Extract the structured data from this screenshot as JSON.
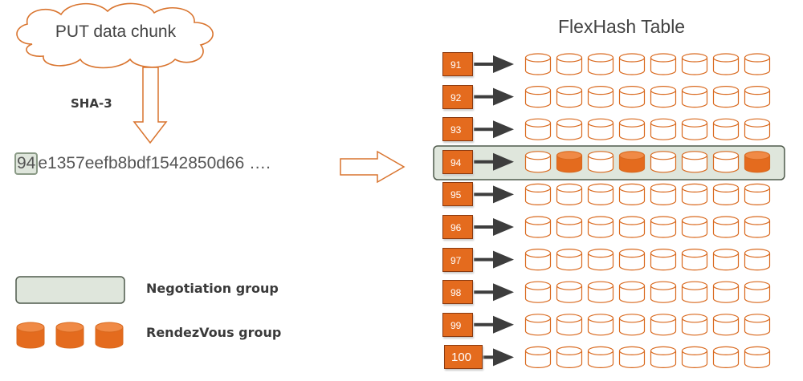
{
  "input": {
    "cloud_label": "PUT data chunk",
    "hash_function": "SHA-3",
    "hash_prefix": "94",
    "hash_rest": "e1357eefb8bdf1542850d66 …."
  },
  "table": {
    "title": "FlexHash Table",
    "rows": [
      {
        "id": "91",
        "selected": false,
        "rendezvous": []
      },
      {
        "id": "92",
        "selected": false,
        "rendezvous": []
      },
      {
        "id": "93",
        "selected": false,
        "rendezvous": []
      },
      {
        "id": "94",
        "selected": true,
        "rendezvous": [
          2,
          4,
          8
        ]
      },
      {
        "id": "95",
        "selected": false,
        "rendezvous": []
      },
      {
        "id": "96",
        "selected": false,
        "rendezvous": []
      },
      {
        "id": "97",
        "selected": false,
        "rendezvous": []
      },
      {
        "id": "98",
        "selected": false,
        "rendezvous": []
      },
      {
        "id": "99",
        "selected": false,
        "rendezvous": []
      },
      {
        "id": "100",
        "selected": false,
        "rendezvous": []
      }
    ],
    "cylinders_per_row": 8
  },
  "legend": {
    "negotiation_label": "Negotiation group",
    "rendezvous_label": "RendezVous group"
  },
  "colors": {
    "accent_orange": "#e46b1e",
    "cylinder_outline": "#d9691e",
    "negotiation_fill": "#dfe6dc",
    "negotiation_border": "#4f5a4c",
    "arrow_dark": "#3d3d3d"
  }
}
